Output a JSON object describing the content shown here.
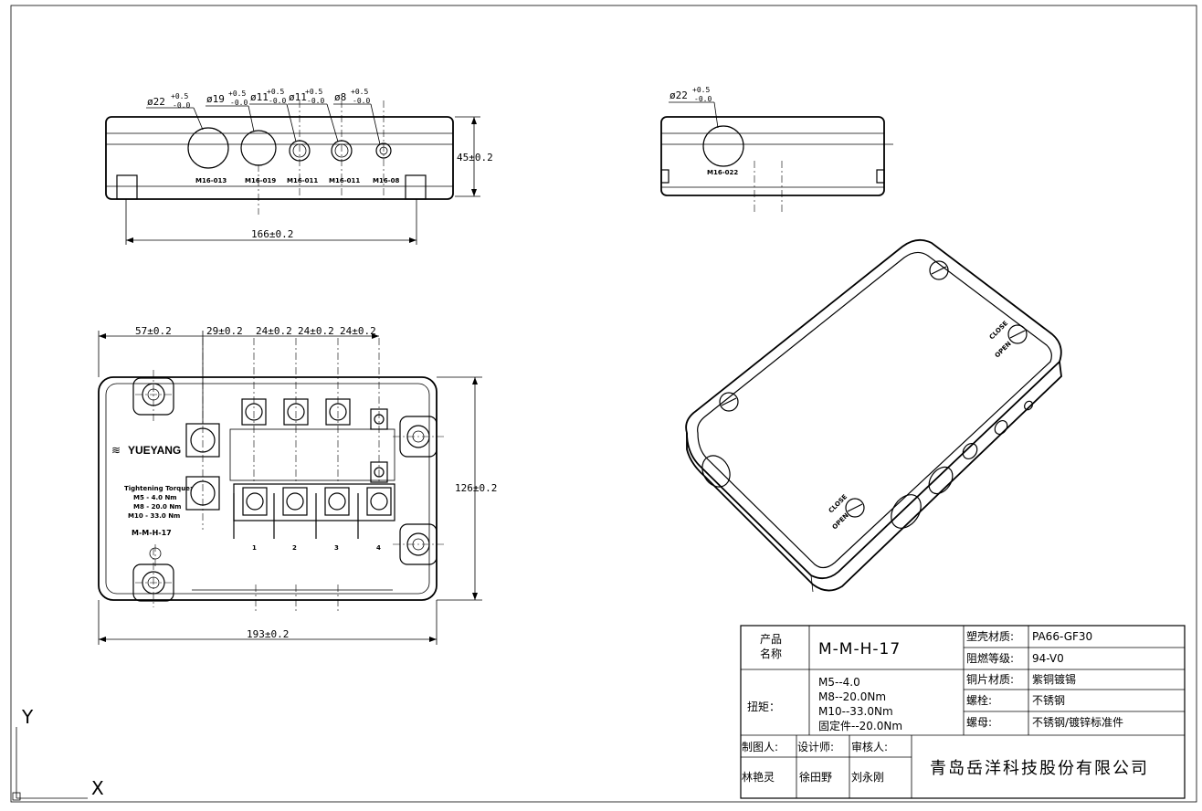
{
  "front_view": {
    "holes": [
      {
        "dia": "ø22",
        "tol_plus": "+0.5",
        "tol_minus": "-0.0",
        "label": "M16-013"
      },
      {
        "dia": "ø19",
        "tol_plus": "+0.5",
        "tol_minus": "-0.0",
        "label": "M16-019"
      },
      {
        "dia": "ø11",
        "tol_plus": "+0.5",
        "tol_minus": "-0.0",
        "label": "M16-011"
      },
      {
        "dia": "ø11",
        "tol_plus": "+0.5",
        "tol_minus": "-0.0",
        "label": "M16-011"
      },
      {
        "dia": "ø8",
        "tol_plus": "+0.5",
        "tol_minus": "-0.0",
        "label": "M16-08"
      }
    ],
    "height_dim": "45±0.2",
    "width_dim": "166±0.2"
  },
  "side_view": {
    "hole": {
      "dia": "ø22",
      "tol_plus": "+0.5",
      "tol_minus": "-0.0",
      "label": "M16-022"
    }
  },
  "top_view": {
    "spacing_dims": [
      "57±0.2",
      "29±0.2",
      "24±0.2",
      "24±0.2",
      "24±0.2"
    ],
    "height_dim": "126±0.2",
    "width_dim": "193±0.2",
    "brand": "YUEYANG",
    "torque_title": "Tightening Torque:",
    "torque_lines": [
      "M5 - 4.0 Nm",
      "M8 - 20.0 Nm",
      "M10 - 33.0 Nm"
    ],
    "model_mark": "M-M-H-17",
    "terminals": [
      "1",
      "2",
      "3",
      "4"
    ]
  },
  "iso_view": {
    "latch_marks": [
      "CLOSE",
      "OPEN"
    ]
  },
  "title_block": {
    "product_label": "产品\n名称",
    "product_label_1": "产品",
    "product_label_2": "名称",
    "product_name": "M-M-H-17",
    "torque_label": "扭矩：",
    "torque_values": [
      "M5--4.0",
      "M8--20.0Nm",
      "M10--33.0Nm",
      "固定件--20.0Nm"
    ],
    "specs": [
      {
        "key": "塑壳材质:",
        "value": "PA66-GF30"
      },
      {
        "key": "阻燃等级:",
        "value": "94-V0"
      },
      {
        "key": "铜片材质:",
        "value": "紫铜镀锡"
      },
      {
        "key": "螺栓:",
        "value": "不锈钢"
      },
      {
        "key": "螺母:",
        "value": "不锈钢/镀锌标准件"
      }
    ],
    "roles": [
      {
        "role": "制图人:",
        "name": "林艳灵"
      },
      {
        "role": "设计师:",
        "name": "徐田野"
      },
      {
        "role": "审核人:",
        "name": "刘永刚"
      }
    ],
    "company": "青岛岳洋科技股份有限公司"
  },
  "ucs": {
    "x_label": "X",
    "y_label": "Y"
  }
}
